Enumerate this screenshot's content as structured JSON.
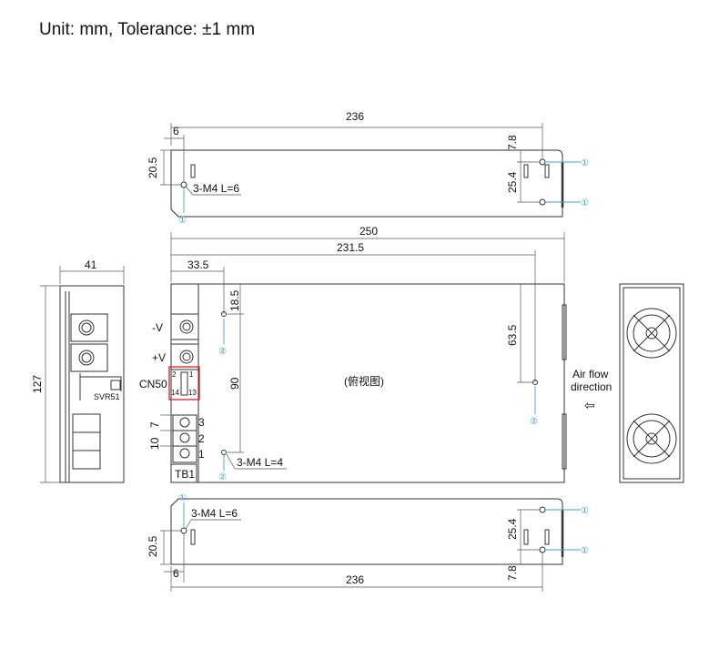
{
  "header": {
    "unit_note": "Unit: mm, Tolerance: ±1 mm"
  },
  "top_view": {
    "length": "236",
    "offset": "6",
    "height": "20.5",
    "hole_top": "7.8",
    "hole_pitch": "25.4",
    "screw": "3-M4 L=6",
    "marker": "①"
  },
  "main_view": {
    "length": "250",
    "hole_span": "231.5",
    "hole_offset": "33.5",
    "hole_top": "18.5",
    "hole_pitch": "90",
    "hole_right": "63.5",
    "screw": "3-M4 L=4",
    "marker": "②",
    "center_label": "(俯视图)",
    "labels": {
      "neg_v": "-V",
      "pos_v": "+V",
      "cn50": "CN50",
      "tb1": "TB1",
      "pin2": "2",
      "pin1": "1",
      "pin14": "14",
      "pin13": "13",
      "tb3": "3",
      "tb2": "2",
      "tb1pin": "1",
      "pitch7": "7",
      "pitch10": "10"
    },
    "airflow": "Air flow",
    "direction": "direction",
    "arrow": "⇦"
  },
  "side_view": {
    "width": "41",
    "height": "127",
    "svr": "SVR51"
  },
  "bottom_view": {
    "length": "236",
    "offset": "6",
    "height": "20.5",
    "hole_top": "7.8",
    "hole_pitch": "25.4",
    "screw": "3-M4 L=6",
    "marker": "①"
  },
  "colors": {
    "callout": "#3aa0e0",
    "highlight": "#e02020"
  }
}
